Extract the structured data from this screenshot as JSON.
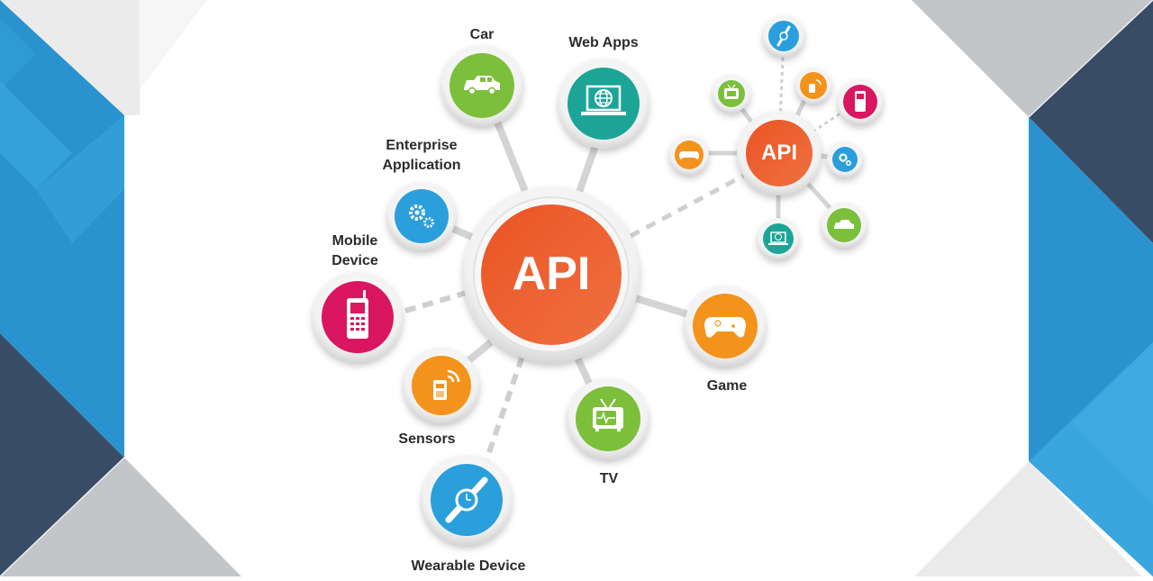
{
  "diagram": {
    "central_hub": {
      "label": "API",
      "color": "#ea5b2b"
    },
    "satellite_hub": {
      "label": "API",
      "color": "#ea5b2b"
    },
    "nodes": [
      {
        "id": "car",
        "label": "Car",
        "icon": "car-icon",
        "color": "#7cbf3a",
        "connector": "solid"
      },
      {
        "id": "web-apps",
        "label": "Web Apps",
        "icon": "laptop-globe-icon",
        "color": "#1fa597",
        "connector": "solid"
      },
      {
        "id": "enterprise",
        "label_line1": "Enterprise",
        "label_line2": "Application",
        "icon": "gears-icon",
        "color": "#2b9fdc",
        "connector": "solid"
      },
      {
        "id": "mobile",
        "label_line1": "Mobile",
        "label_line2": "Device",
        "icon": "mobile-phone-icon",
        "color": "#d9185f",
        "connector": "dashed"
      },
      {
        "id": "sensors",
        "label": "Sensors",
        "icon": "sensor-icon",
        "color": "#f4931f",
        "connector": "solid"
      },
      {
        "id": "wearable",
        "label": "Wearable Device",
        "icon": "watch-icon",
        "color": "#2b9fdc",
        "connector": "dashed"
      },
      {
        "id": "tv",
        "label": "TV",
        "icon": "tv-icon",
        "color": "#7cbf3a",
        "connector": "solid"
      },
      {
        "id": "game",
        "label": "Game",
        "icon": "gamepad-icon",
        "color": "#f4931f",
        "connector": "solid"
      }
    ],
    "satellite_nodes": [
      {
        "id": "s-watch",
        "icon": "watch-icon",
        "color": "#2b9fdc"
      },
      {
        "id": "s-sensor",
        "icon": "sensor-icon",
        "color": "#f4931f"
      },
      {
        "id": "s-mobile",
        "icon": "mobile-phone-icon",
        "color": "#d9185f"
      },
      {
        "id": "s-gears",
        "icon": "gears-icon",
        "color": "#2b9fdc"
      },
      {
        "id": "s-car",
        "icon": "car-icon",
        "color": "#7cbf3a"
      },
      {
        "id": "s-laptop",
        "icon": "laptop-globe-icon",
        "color": "#1fa597"
      },
      {
        "id": "s-game",
        "icon": "gamepad-icon",
        "color": "#f4931f"
      },
      {
        "id": "s-tv",
        "icon": "tv-icon",
        "color": "#7cbf3a"
      }
    ]
  },
  "background": {
    "blue": "#2a93cf",
    "light_blue": "#3aa6de",
    "navy": "#394c66",
    "grey": "#c3c6c9",
    "light_grey": "#ebebeb"
  }
}
